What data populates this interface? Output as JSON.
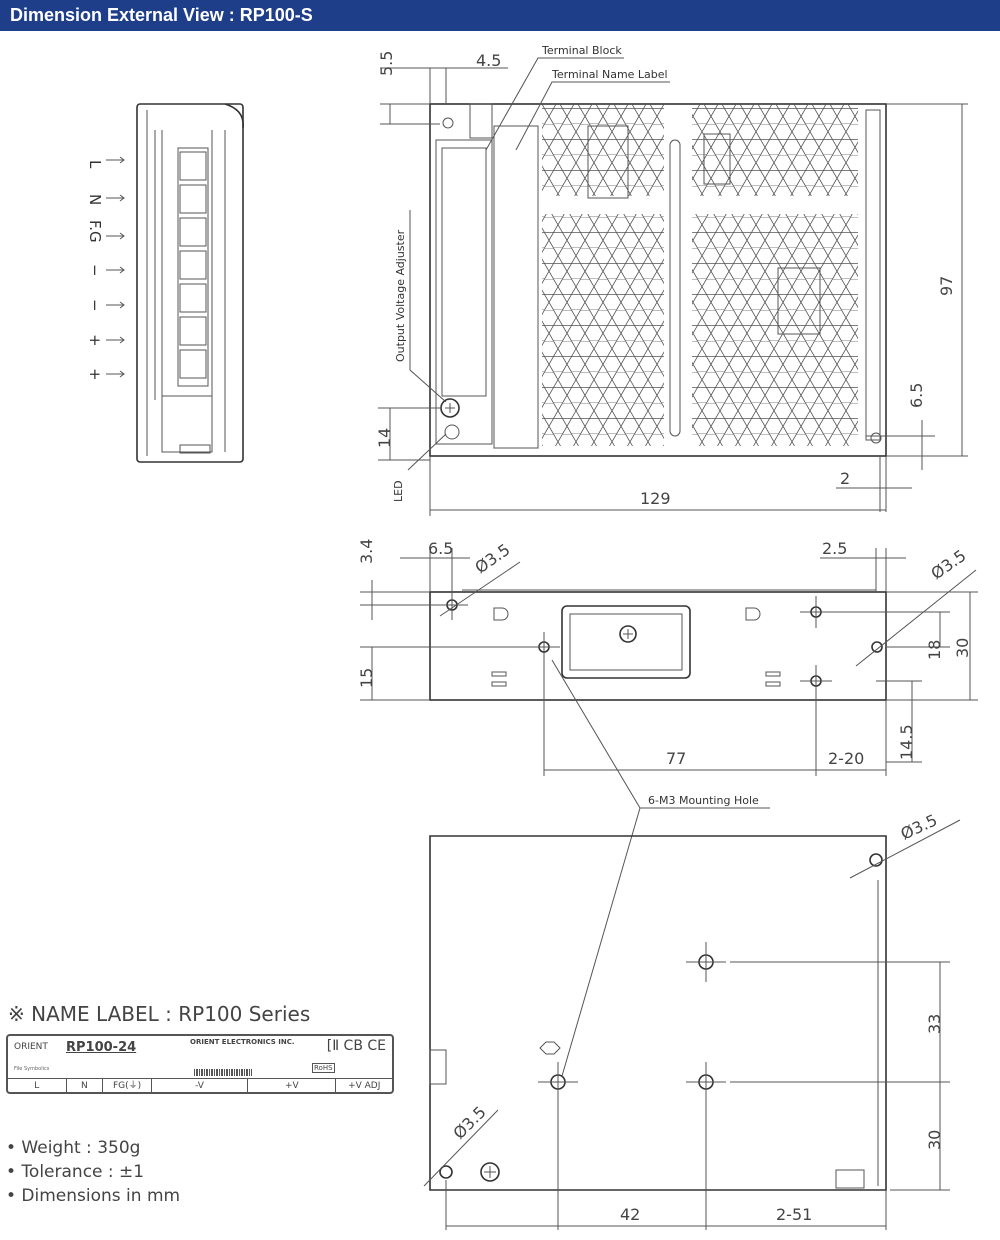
{
  "header": {
    "title": "Dimension External View : RP100-S"
  },
  "side_view": {
    "pins": [
      "L",
      "N",
      "F.G",
      "−",
      "−",
      "+",
      "+"
    ]
  },
  "top_view": {
    "terminal_block": "Terminal Block",
    "terminal_name_label": "Terminal Name Label",
    "output_voltage_adjuster": "Output Voltage Adjuster",
    "led": "LED",
    "dims": {
      "d5_5": "5.5",
      "d4_5": "4.5",
      "d97": "97",
      "d6_5": "6.5",
      "d14": "14",
      "d2": "2",
      "d129": "129"
    }
  },
  "front_view": {
    "dims": {
      "d3_4": "3.4",
      "d6_5": "6.5",
      "phi_left": "Ø3.5",
      "d2_5": "2.5",
      "phi_right": "Ø3.5",
      "d15": "15",
      "d18": "18",
      "d30": "30",
      "d77": "77",
      "d2_20": "2-20",
      "d14_5": "14.5"
    },
    "mounting_hole": "6-M3 Mounting Hole"
  },
  "bottom_view": {
    "dims": {
      "phi_top": "Ø3.5",
      "phi_bottom": "Ø3.5",
      "d33": "33",
      "d30": "30",
      "d42": "42",
      "d2_51": "2-51"
    }
  },
  "name_label": {
    "title": "※  NAME LABEL : RP100 Series",
    "brand": "ORIENT",
    "model": "RP100-24",
    "company": "ORIENT ELECTRONICS INC.",
    "marks": "[Ⅱ CB CE",
    "rohs": "RoHS",
    "file_symbol": "File Symbolics",
    "terminals": [
      "L",
      "N",
      "FG(⏚)",
      "-V",
      "+V",
      "+V ADJ"
    ]
  },
  "specs": {
    "weight": "• Weight : 350g",
    "tolerance": "• Tolerance : ±1",
    "dimensions": "• Dimensions in mm"
  }
}
